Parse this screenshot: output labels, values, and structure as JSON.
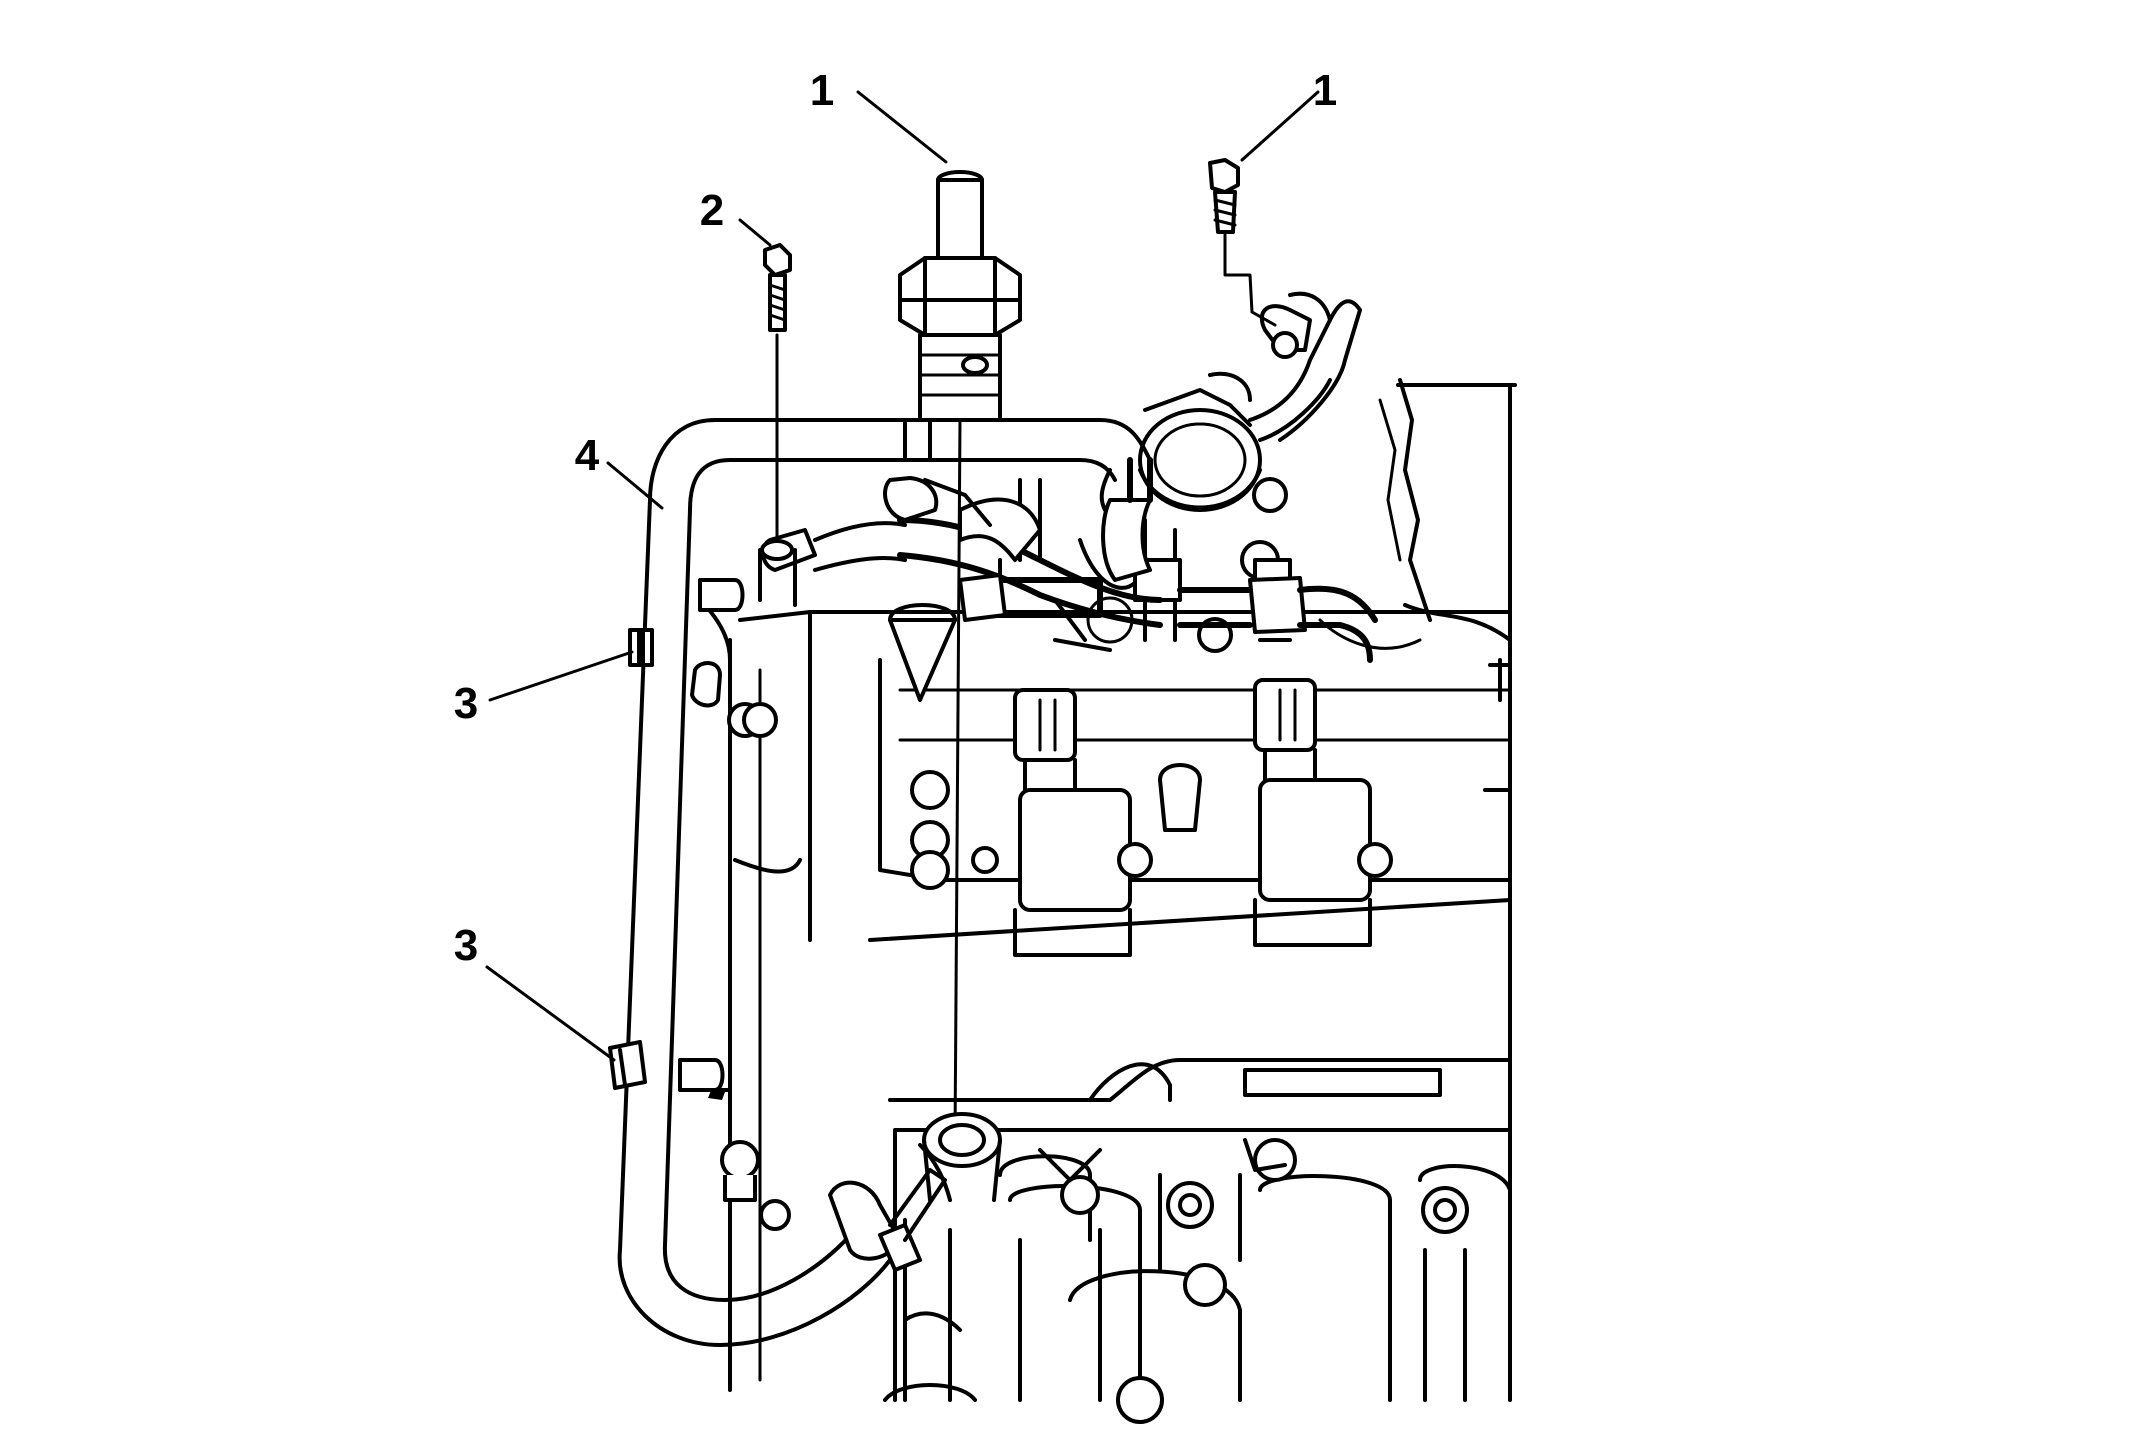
{
  "callouts": [
    {
      "id": "sensor",
      "label": "1"
    },
    {
      "id": "fitting",
      "label": "1"
    },
    {
      "id": "bolt",
      "label": "2"
    },
    {
      "id": "clip_upper",
      "label": "3"
    },
    {
      "id": "clip_lower",
      "label": "3"
    },
    {
      "id": "hose",
      "label": "4"
    }
  ]
}
